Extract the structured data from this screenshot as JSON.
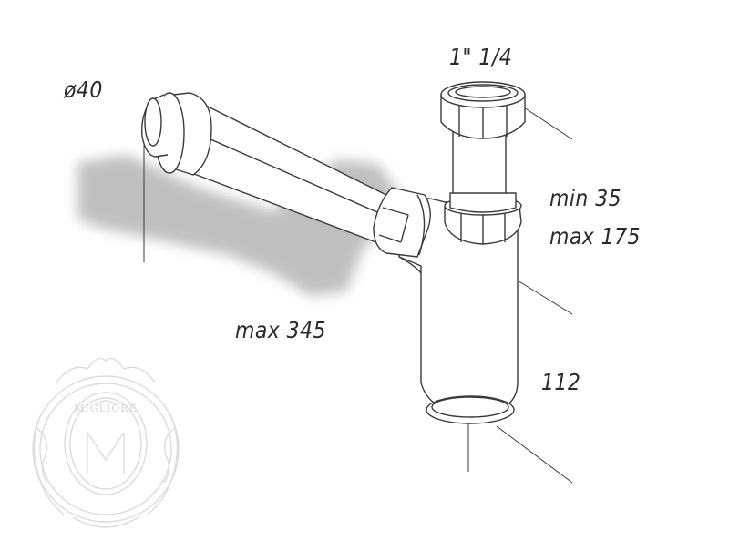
{
  "dimensions": {
    "diameter_label": "ø40",
    "thread_label": "1\" 1/4",
    "height_range_min": "min 35",
    "height_range_max": "max 175",
    "length_max": "max 345",
    "body_height": "112"
  },
  "watermark": {
    "brand_text": "MIGLIORE",
    "monogram": "M"
  },
  "colors": {
    "line": "#3a3a3a",
    "shadow": "#b9b9b9",
    "watermark": "#dddddd"
  }
}
